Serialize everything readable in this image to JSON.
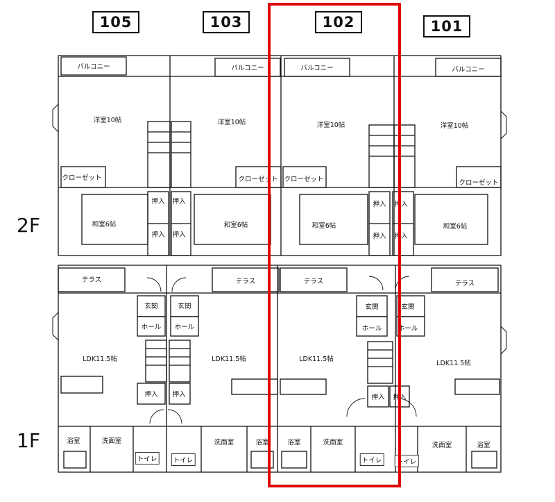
{
  "units": [
    "105",
    "103",
    "102",
    "101"
  ],
  "selected_unit": "102",
  "highlight_color": "#e00000",
  "floors": {
    "upper": "2F",
    "lower": "1F"
  },
  "rooms_2f": {
    "balcony": "バルコニー",
    "western_room": "洋室10帖",
    "closet": "クローゼット",
    "japanese_room": "和室6帖",
    "storage": "押入"
  },
  "rooms_1f": {
    "terrace": "テラス",
    "entrance": "玄関",
    "hall": "ホール",
    "ldk": "LDK11.5帖",
    "storage": "押入",
    "bath": "浴室",
    "washroom": "洗面室",
    "toilet": "トイレ"
  }
}
